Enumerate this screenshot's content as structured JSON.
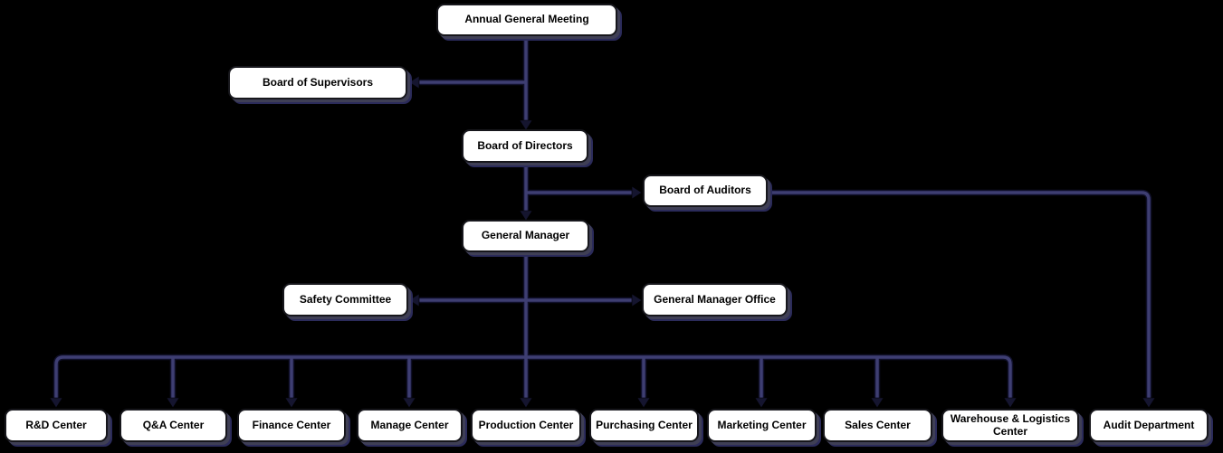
{
  "chart": {
    "type": "org-chart",
    "nodes": {
      "agm": "Annual General Meeting",
      "supervisors": "Board of Supervisors",
      "directors": "Board of Directors",
      "auditors": "Board of Auditors",
      "general_manager": "General Manager",
      "safety_committee": "Safety Committee",
      "gm_office": "General Manager Office"
    },
    "departments": [
      "R&D Center",
      "Q&A Center",
      "Finance Center",
      "Manage Center",
      "Production Center",
      "Purchasing Center",
      "Marketing Center",
      "Sales Center",
      "Warehouse & Logistics Center",
      "Audit Department"
    ],
    "edges": [
      {
        "from": "Annual General Meeting",
        "to": "Board of Directors"
      },
      {
        "from": "Annual General Meeting",
        "to": "Board of Supervisors"
      },
      {
        "from": "Board of Directors",
        "to": "Board of Auditors"
      },
      {
        "from": "Board of Directors",
        "to": "General Manager"
      },
      {
        "from": "Board of Auditors",
        "to": "Audit Department"
      },
      {
        "from": "General Manager",
        "to": "Safety Committee"
      },
      {
        "from": "General Manager",
        "to": "General Manager Office"
      },
      {
        "from": "General Manager",
        "to": "R&D Center"
      },
      {
        "from": "General Manager",
        "to": "Q&A Center"
      },
      {
        "from": "General Manager",
        "to": "Finance Center"
      },
      {
        "from": "General Manager",
        "to": "Manage Center"
      },
      {
        "from": "General Manager",
        "to": "Production Center"
      },
      {
        "from": "General Manager",
        "to": "Purchasing Center"
      },
      {
        "from": "General Manager",
        "to": "Marketing Center"
      },
      {
        "from": "General Manager",
        "to": "Sales Center"
      },
      {
        "from": "General Manager",
        "to": "Warehouse & Logistics Center"
      }
    ],
    "colors": {
      "background": "#000000",
      "box_fill": "#ffffff",
      "box_border": "#17171c",
      "box_shadow": "#2b2b5a",
      "connector_core": "#3e3e72",
      "connector_edge": "#10102a",
      "arrowhead": "#15152f",
      "text": "#000000"
    }
  }
}
